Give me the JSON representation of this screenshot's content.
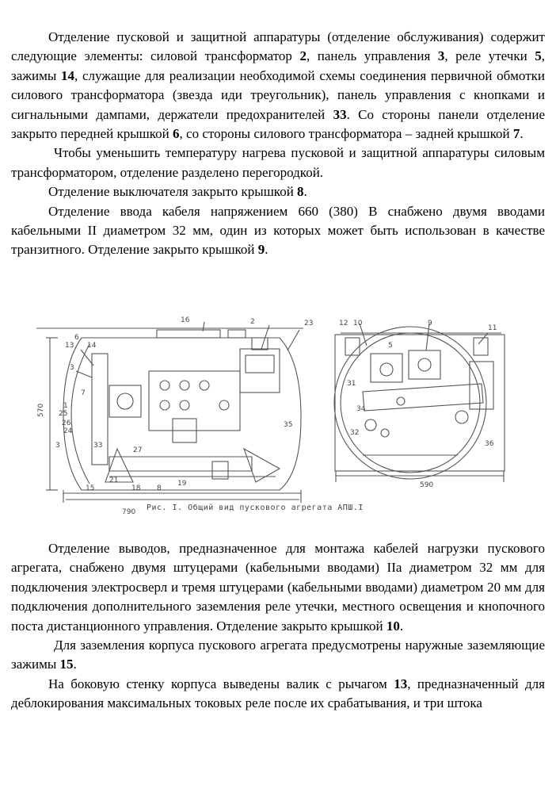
{
  "top_paragraphs": [
    {
      "runs": [
        {
          "t": "Отделение пусковой и защитной аппаратуры (отделение обслуживания) содержит следующие элементы: силовой трансформатор "
        },
        {
          "t": "2",
          "b": true
        },
        {
          "t": ", панель управления "
        },
        {
          "t": "3",
          "b": true
        },
        {
          "t": ", реле утечки "
        },
        {
          "t": "5",
          "b": true
        },
        {
          "t": ", зажимы "
        },
        {
          "t": "14",
          "b": true
        },
        {
          "t": ", служащие для реализации необходимой схемы соединения первичной обмотки силового трансформатора (звезда иди треугольник), панель управления с кнопками и сигнальными дампами, держатели предохранителей "
        },
        {
          "t": "33",
          "b": true
        },
        {
          "t": ". Со стороны панели отделение закрыто передней крышкой "
        },
        {
          "t": "6",
          "b": true
        },
        {
          "t": ", со стороны силового трансформатора – задней крышкой "
        },
        {
          "t": "7",
          "b": true
        },
        {
          "t": "."
        }
      ]
    },
    {
      "extra_indent": true,
      "runs": [
        {
          "t": "Чтобы уменьшить температуру нагрева пусковой и защитной аппаратуры силовым трансформатором, отделение разделено перегородкой."
        }
      ]
    },
    {
      "runs": [
        {
          "t": "Отделение выключателя закрыто крышкой "
        },
        {
          "t": "8",
          "b": true
        },
        {
          "t": "."
        }
      ]
    },
    {
      "runs": [
        {
          "t": "Отделение ввода кабеля напряжением 660 (380) В снабжено двумя вводами кабельными II диаметром 32 мм, один из которых может быть использован в качестве транзитного. Отделение закрыто крышкой "
        },
        {
          "t": "9",
          "b": true
        },
        {
          "t": "."
        }
      ]
    }
  ],
  "figure": {
    "caption": "Рис. I. Общий вид пускового агрегата АПШ.I",
    "left_view_labels": [
      "16",
      "2",
      "23",
      "6",
      "13",
      "14",
      "3",
      "7",
      "1",
      "25",
      "26",
      "24",
      "3",
      "33",
      "27",
      "15",
      "21",
      "18",
      "8",
      "19",
      "35",
      "790"
    ],
    "left_dim": "570",
    "right_view_labels": [
      "12",
      "10",
      "9",
      "11",
      "5",
      "31",
      "34",
      "32",
      "36",
      "590"
    ]
  },
  "bottom_paragraphs": [
    {
      "runs": [
        {
          "t": "Отделение выводов, предназначенное для монтажа кабелей нагрузки пускового агрегата, снабжено двумя штуцерами (кабельными вводами) IIа диаметром 32 мм для подключения электросверл и тремя штуцерами (кабельными вводами) диаметром 20 мм для подключения дополнительного заземления реле утечки, местного освещения и кнопочного поста дистанционного управления. Отделение закрыто крышкой "
        },
        {
          "t": "10",
          "b": true
        },
        {
          "t": "."
        }
      ]
    },
    {
      "extra_indent": true,
      "runs": [
        {
          "t": "Для заземления корпуса пускового агрегата предусмотрены наружные заземляющие зажимы "
        },
        {
          "t": "15",
          "b": true
        },
        {
          "t": "."
        }
      ]
    },
    {
      "runs": [
        {
          "t": "На боковую стенку корпуса выведены валик с рычагом "
        },
        {
          "t": "13",
          "b": true
        },
        {
          "t": ", предназначенный для деблокирования максимальных токовых реле после их срабатывания, и три штока"
        }
      ]
    }
  ]
}
